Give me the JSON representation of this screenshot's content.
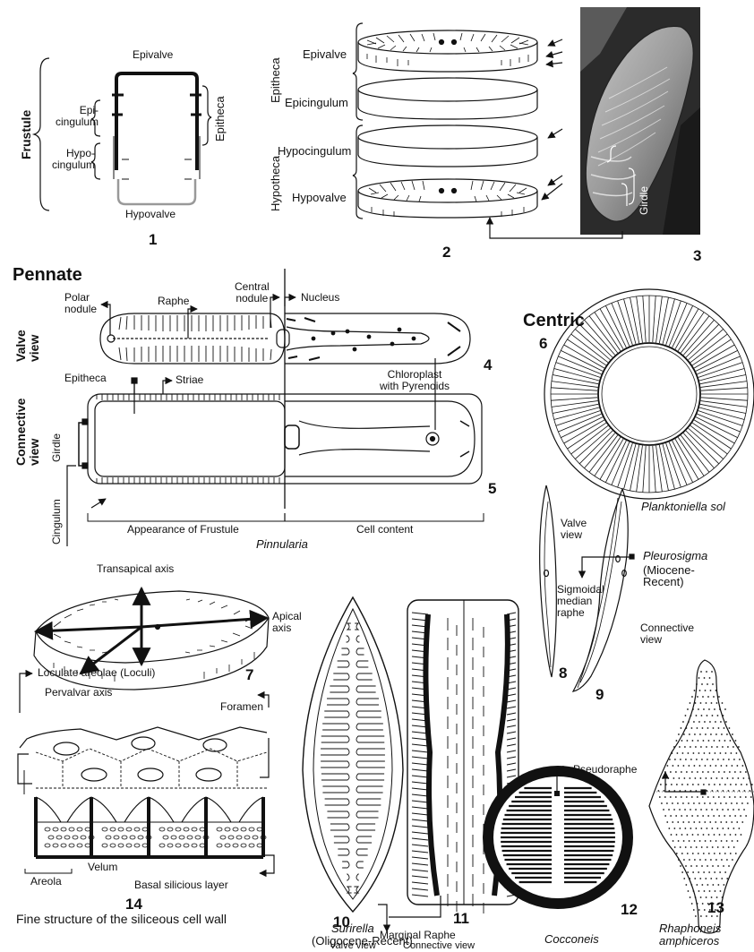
{
  "figure": {
    "fig1": {
      "number": "1",
      "epivalve": "Epivalve",
      "hypovalve": "Hypovalve",
      "frustule": "Frustule",
      "epicingulum": "Epi-\ncingulum",
      "hypocingulum": "Hypo-\ncingulum",
      "epitheca": "Epitheca"
    },
    "fig2": {
      "number": "2",
      "epivalve": "Epivalve",
      "epicingulum": "Epicingulum",
      "hypocingulum": "Hypocingulum",
      "hypovalve": "Hypovalve",
      "epitheca": "Epitheca",
      "hypotheca": "Hypotheca"
    },
    "fig3": {
      "number": "3",
      "girdle": "Girdle"
    },
    "pennate": {
      "heading": "Pennate",
      "polar_nodule": "Polar\nnodule",
      "raphe": "Raphe",
      "central_nodule": "Central\nnodule",
      "nucleus": "Nucleus",
      "valve_view": "Valve\nview",
      "connective_view": "Connective\nview",
      "epitheca": "Epitheca",
      "striae": "Striae",
      "chloroplast": "Chloroplast\nwith Pyrenoids",
      "girdle": "Girdle",
      "cingulum": "Cingulum",
      "appearance": "Appearance of Frustule",
      "cell_content": "Cell content",
      "genus": "Pinnularia",
      "num4": "4",
      "num5": "5"
    },
    "centric": {
      "heading": "Centric",
      "num6": "6",
      "species": "Planktoniella sol"
    },
    "pleurosigma": {
      "valve_view": "Valve\nview",
      "genus": "Pleurosigma",
      "age": "(Miocene-\nRecent)",
      "sigmoidal": "Sigmoidal\nmedian\nraphe",
      "connective_view": "Connective\nview",
      "num8": "8",
      "num9": "9"
    },
    "fig7": {
      "transapical": "Transapical axis",
      "apical": "Apical\naxis",
      "pervalvar": "Pervalvar axis",
      "number": "7"
    },
    "fig14": {
      "loculate": "Loculate areolae (Loculi)",
      "foramen": "Foramen",
      "areola": "Areola",
      "velum": "Velum",
      "basal": "Basal silicious layer",
      "number": "14",
      "caption": "Fine structure of the siliceous cell wall"
    },
    "surirella": {
      "num10": "10",
      "num11": "11",
      "marginal": "Marginal Raphe",
      "valve_view": "Valve view",
      "connective_view": "Connective view",
      "genus": "Surirella",
      "age": "(Oligocene-Recent)"
    },
    "cocconeis": {
      "pseudoraphe": "Pseudoraphe",
      "num12": "12",
      "genus": "Cocconeis"
    },
    "rhaphoneis": {
      "num13": "13",
      "genus": "Rhaphoneis\namphiceros"
    }
  }
}
